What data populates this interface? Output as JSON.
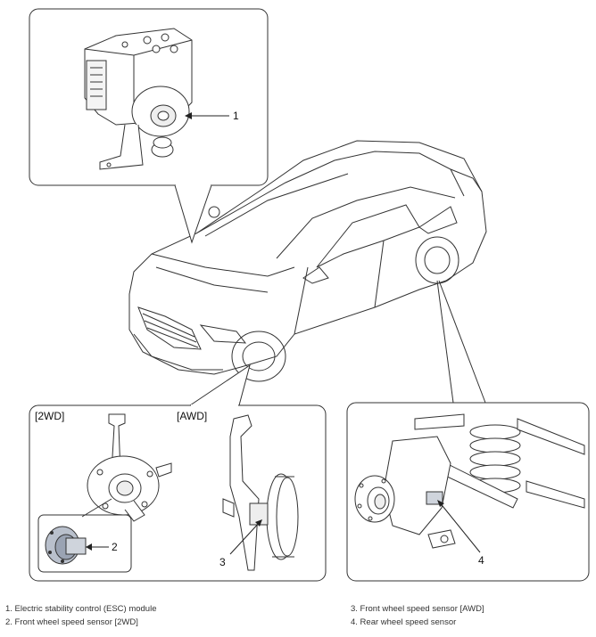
{
  "callouts": {
    "c1": "1",
    "c2": "2",
    "c3": "3",
    "c4": "4"
  },
  "variants": {
    "twd": "[2WD]",
    "awd": "[AWD]"
  },
  "legend": {
    "left": [
      "1. Electric stability control (ESC) module",
      "2. Front wheel speed sensor [2WD]"
    ],
    "right": [
      "3. Front wheel speed sensor [AWD]",
      "4. Rear wheel speed sensor"
    ]
  },
  "colors": {
    "line": "#222222",
    "light_line": "#555555",
    "sensor_fill": "#9aa3b3",
    "hub_fill": "#cfd4dc"
  }
}
